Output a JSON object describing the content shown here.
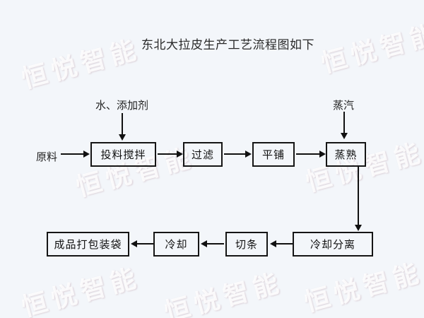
{
  "title": "东北大拉皮生产工艺流程图如下",
  "flowchart": {
    "labels": {
      "raw_material": "原料",
      "water_additives": "水、添加剂",
      "steam": "蒸汽"
    },
    "boxes": {
      "feed_stir": "投料搅拌",
      "filter": "过滤",
      "spread_flat": "平铺",
      "steam_cook": "蒸熟",
      "cool_separate": "冷却分离",
      "cut_strips": "切条",
      "cool": "冷却",
      "pack_bag": "成品打包装袋"
    }
  },
  "watermark": {
    "text": "恒悦智能"
  },
  "colors": {
    "background": "#f3f6fa",
    "ink": "#111111",
    "watermark_tint": "#e8d5db"
  }
}
